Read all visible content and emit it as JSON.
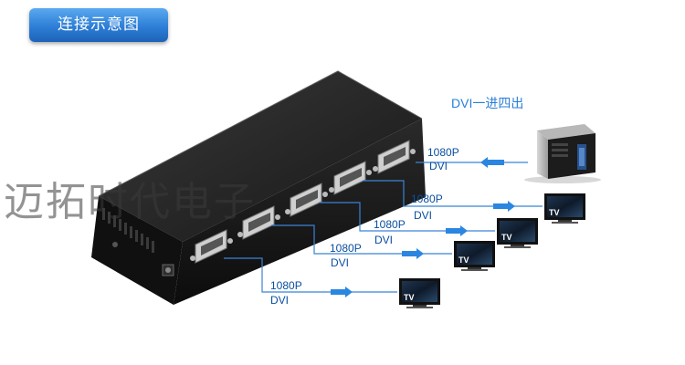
{
  "title": "连接示意图",
  "mode_label": "DVI一进四出",
  "watermark": "迈拓时代电子",
  "colors": {
    "badge": "#2d7ed6",
    "cable": "#3b83d6",
    "arrow": "#2a86e0",
    "label": "#0a4fa0",
    "device": "#1a1a1a"
  },
  "input": {
    "resolution": "1080P",
    "signal": "DVI",
    "device_icon": "pc-tower-icon"
  },
  "outputs": [
    {
      "resolution": "1080P",
      "signal": "DVI",
      "screen_text": "TV",
      "device_icon": "tv-monitor-icon"
    },
    {
      "resolution": "1080P",
      "signal": "DVI",
      "screen_text": "TV",
      "device_icon": "tv-monitor-icon"
    },
    {
      "resolution": "1080P",
      "signal": "DVI",
      "screen_text": "TV",
      "device_icon": "tv-monitor-icon"
    },
    {
      "resolution": "1080P",
      "signal": "DVI",
      "screen_text": "TV",
      "device_icon": "tv-monitor-icon"
    }
  ]
}
